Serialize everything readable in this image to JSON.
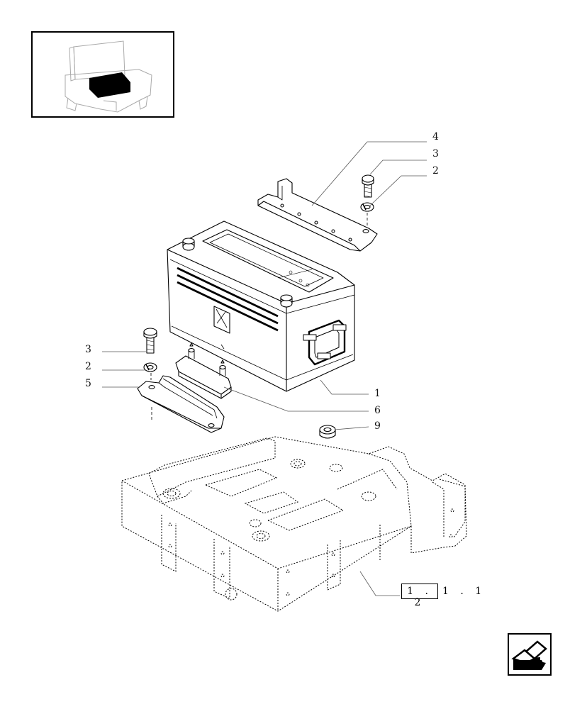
{
  "callouts": {
    "c1": "1",
    "c2a": "2",
    "c2b": "2",
    "c3a": "3",
    "c3b": "3",
    "c4": "4",
    "c5": "5",
    "c6": "6",
    "c9": "9"
  },
  "reference": {
    "boxed": "1 . 2",
    "rest": "1 . 1"
  },
  "icons": {
    "thumbnail": "location-thumbnail-icon",
    "navigation": "previous-page-arrow-icon"
  },
  "colors": {
    "line": "#000000",
    "background": "#ffffff"
  }
}
